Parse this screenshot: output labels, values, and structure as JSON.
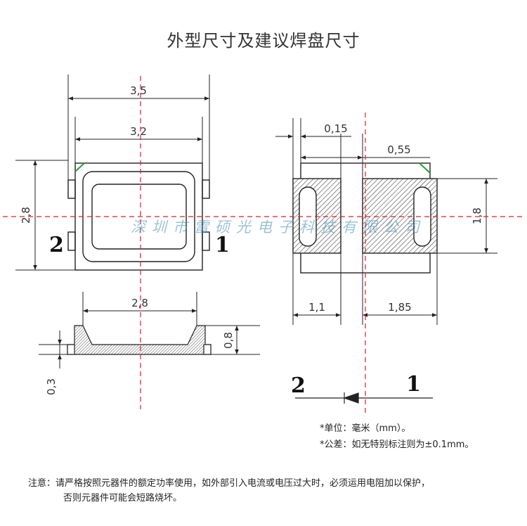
{
  "title": "外型尺寸及建议焊盘尺寸",
  "watermark": "深圳市雷硕光电子科技有限公司",
  "dimensions": {
    "outer_width": "3,5",
    "inner_width": "3,2",
    "height": "2,8",
    "bottom_width": "2,8",
    "thickness": "0,8",
    "base_thickness": "0,3",
    "pad_gap": "0,15",
    "pad_offset": "0,55",
    "pad_height": "1,8",
    "pad_small_width": "1,1",
    "pad_large_width": "1,85"
  },
  "pins": {
    "front_left": "2",
    "front_right": "1",
    "polarity_left": "2",
    "polarity_right": "1"
  },
  "notes": {
    "unit": "*单位：毫米（mm）。",
    "tolerance": "*公差：如无特别标注则为±0.1mm。",
    "warning_line1": "注意：请严格按照元器件的额定功率使用，如外部引入电流或电压过大时，必须运用电阻加以保护，",
    "warning_line2": "否则元器件可能会短路烧坏。"
  },
  "colors": {
    "line": "#222222",
    "center_line": "#e02020",
    "watermark": "#4a8fb5"
  }
}
